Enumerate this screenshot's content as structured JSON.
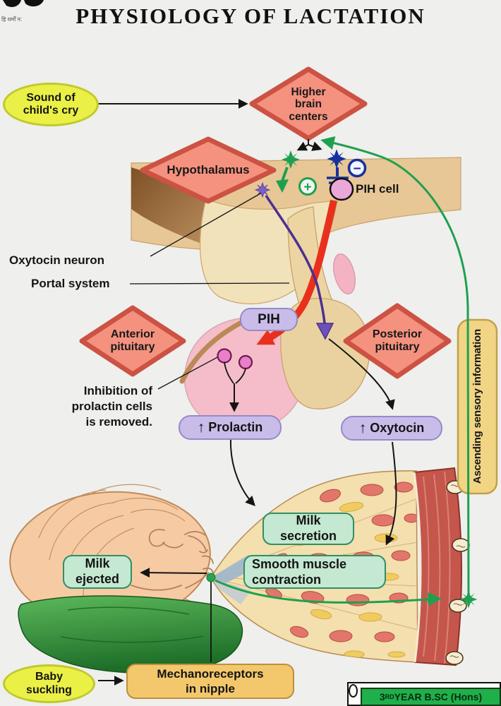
{
  "title": "PHYSIOLOGY OF LACTATION",
  "logo": {
    "caption": "हि धर्मों न:"
  },
  "flow": {
    "sound_of_cry": "Sound of\nchild's cry",
    "higher_brain_centers": "Higher\nbrain\ncenters",
    "hypothalamus": "Hypothalamus",
    "pih_cell_label": "PIH cell",
    "oxytocin_neuron_label": "Oxytocin neuron",
    "portal_system_label": "Portal system",
    "anterior_pituitary": "Anterior\npituitary",
    "posterior_pituitary": "Posterior\npituitary",
    "pih_box": "PIH",
    "inhibition_note": "Inhibition of\nprolactin cells\nis removed.",
    "prolactin_box": "Prolactin",
    "oxytocin_box": "Oxytocin",
    "milk_secretion": "Milk\nsecretion",
    "smooth_muscle_contraction": "Smooth muscle\ncontraction",
    "milk_ejected": "Milk\nejected",
    "mechanoreceptors": "Mechanoreceptors\nin nipple",
    "ascending_sensory": "Ascending sensory information",
    "baby_suckling": "Baby\nsuckling"
  },
  "symbols": {
    "plus": "+",
    "minus": "−",
    "increase": "↑"
  },
  "footer": {
    "banner": {
      "prefix": "3",
      "superscript": "RD",
      "suffix": " YEAR B.SC (Hons)"
    }
  },
  "colors": {
    "diamond_fill": "#f4927f",
    "diamond_border": "#cc5243",
    "oval_fill": "#eaf046",
    "purple_box": "#c9bce9",
    "green_box": "#c4e8d1",
    "orange_box": "#f3c76b",
    "ascending_box": "#f1d584",
    "stimulate_green": "#1fa04e",
    "inhibit_blue": "#16309c",
    "pih_red_arrow": "#e8301c",
    "oxytocin_purple": "#4b3090",
    "banner_green": "#1faf4b"
  }
}
